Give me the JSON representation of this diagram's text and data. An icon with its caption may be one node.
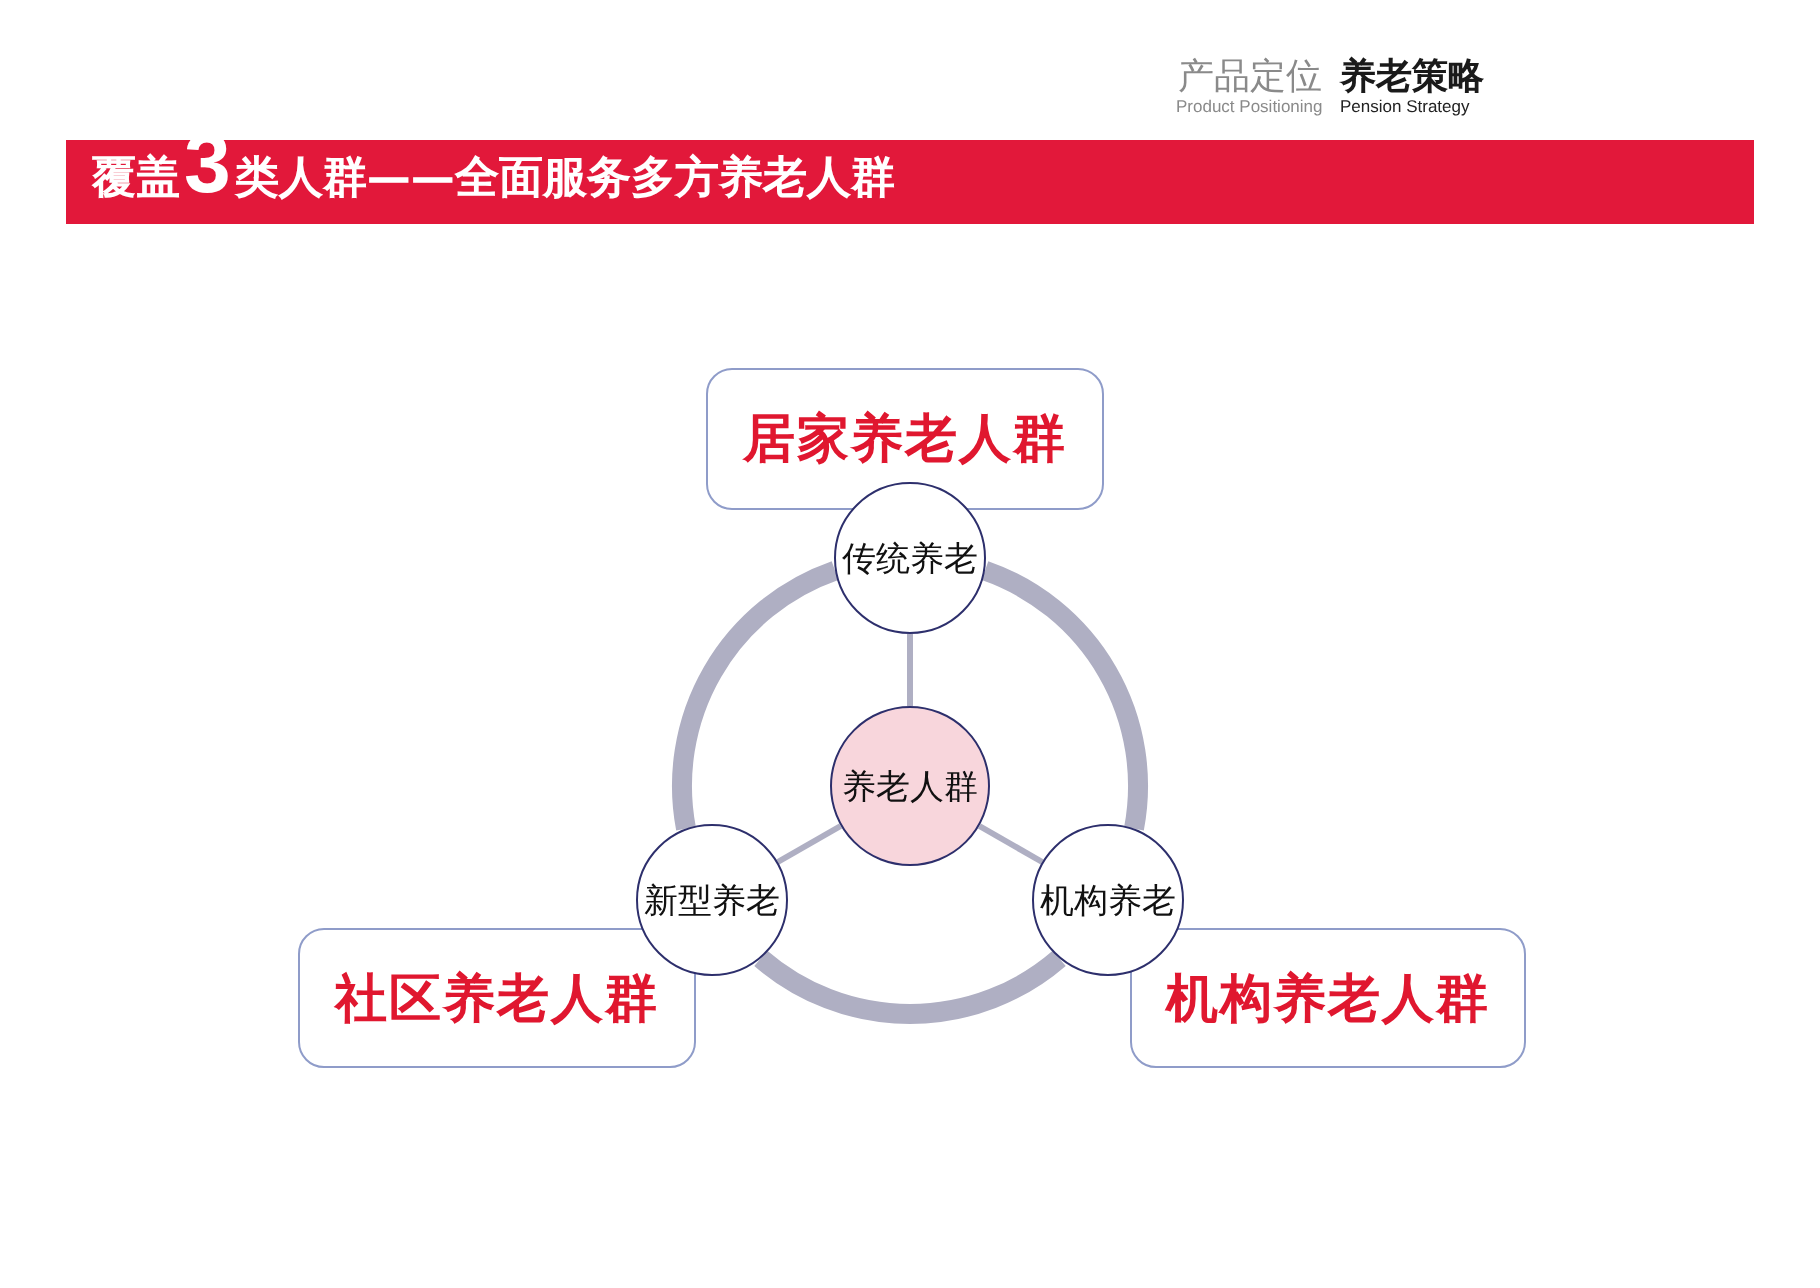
{
  "diagram": {
    "title": "覆盖3类人群——全面服务多方养老人群",
    "nodes": [
      {
        "text": [
          "居家养老人群"
        ]
      },
      {
        "text": [
          "传统养老"
        ]
      },
      {
        "text": [
          "养老人群"
        ]
      },
      {
        "text": [
          "新型养老"
        ]
      },
      {
        "text": [
          "机构养老"
        ]
      },
      {
        "text": [
          "社区养老人群"
        ]
      },
      {
        "text": [
          "机构养老人群"
        ]
      }
    ],
    "edges": [
      {
        "from": 2,
        "to": 1,
        "arrow": "none"
      },
      {
        "from": 2,
        "to": 3,
        "arrow": "none"
      },
      {
        "from": 2,
        "to": 4,
        "arrow": "none"
      },
      {
        "from": 1,
        "to": 4,
        "arrow": "none",
        "style": "thick"
      },
      {
        "from": 4,
        "to": 3,
        "arrow": "none",
        "style": "thick"
      },
      {
        "from": 3,
        "to": 1,
        "arrow": "none",
        "style": "thick"
      }
    ],
    "labels": [
      "产品定位",
      "养老策略",
      "Product Positioning",
      "Pension Strategy"
    ]
  }
}
